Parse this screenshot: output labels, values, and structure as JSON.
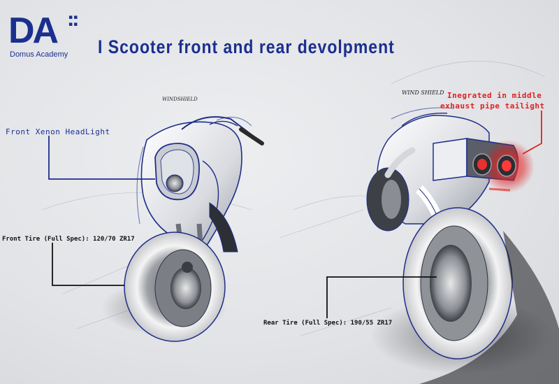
{
  "logo": {
    "mark": "DA",
    "subtitle": "Domus Academy"
  },
  "title": "I Scooter front and rear devolpment",
  "labels": {
    "headlight": "Front Xenon HeadLight",
    "front_tire": "Front Tire (Full Spec):  120/70 ZR17",
    "rear_tire": "Rear Tire (Full Spec):  190/55 ZR17",
    "taillight_line1": "Inegrated in middle",
    "taillight_line2": "exhaust pipe tailight",
    "windshield_front": "WINDSHIELD",
    "windshield_rear": "WIND SHIELD"
  },
  "colors": {
    "brand": "#1b2f8f",
    "taillight": "#e02020"
  }
}
